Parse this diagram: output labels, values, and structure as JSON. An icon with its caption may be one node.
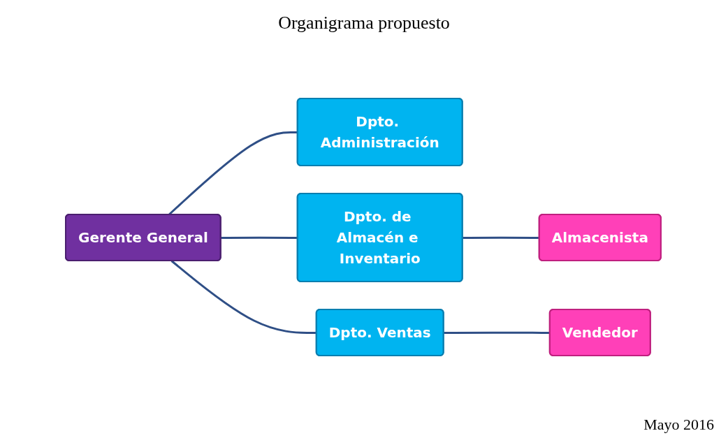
{
  "diagram": {
    "title": "Organigrama propuesto",
    "nodes": [
      {
        "text": [
          "Gerente General"
        ]
      },
      {
        "text": [
          "Dpto. Administración"
        ]
      },
      {
        "text": [
          "Dpto. de Almacén e Inventario"
        ]
      },
      {
        "text": [
          "Dpto. Ventas"
        ]
      },
      {
        "text": [
          "Almacenista"
        ]
      },
      {
        "text": [
          "Vendedor"
        ]
      }
    ],
    "edges": [
      {
        "from": 0,
        "to": 1,
        "arrow": "none"
      },
      {
        "from": 0,
        "to": 2,
        "arrow": "none"
      },
      {
        "from": 0,
        "to": 3,
        "arrow": "none"
      },
      {
        "from": 2,
        "to": 4,
        "arrow": "none"
      },
      {
        "from": 3,
        "to": 5,
        "arrow": "none"
      }
    ],
    "labels": [
      "Mayo 2016"
    ]
  }
}
